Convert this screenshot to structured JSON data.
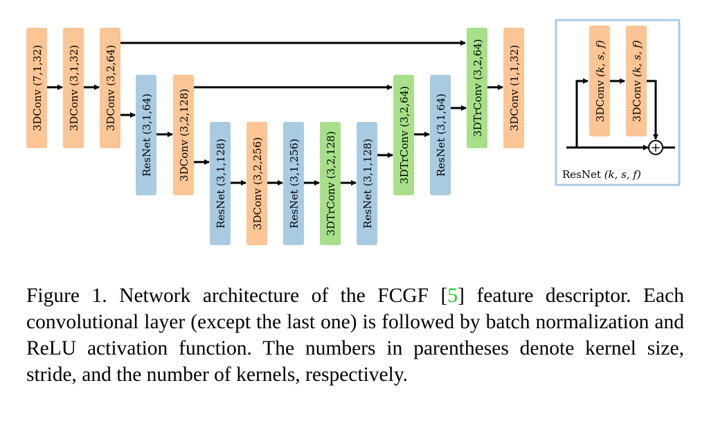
{
  "colors": {
    "conv": "#fbc595",
    "resnet": "#a8cbe2",
    "trconv": "#a8e08a",
    "inset_border": "#a8cbe2",
    "ref": "#22cc22"
  },
  "blocks": [
    {
      "id": "b1",
      "label": "3DConv (7,1,32)",
      "kind": "conv"
    },
    {
      "id": "b2",
      "label": "3DConv (3,1,32)",
      "kind": "conv"
    },
    {
      "id": "b3",
      "label": "3DConv (3,2,64)",
      "kind": "conv"
    },
    {
      "id": "b4",
      "label": "ResNet (3,1,64)",
      "kind": "resnet"
    },
    {
      "id": "b5",
      "label": "3DConv (3,2,128)",
      "kind": "conv"
    },
    {
      "id": "b6",
      "label": "ResNet (3,1,128)",
      "kind": "resnet"
    },
    {
      "id": "b7",
      "label": "3DConv (3,2,256)",
      "kind": "conv"
    },
    {
      "id": "b8",
      "label": "ResNet (3,1,256)",
      "kind": "resnet"
    },
    {
      "id": "b9",
      "label": "3DTrConv (3,2,128)",
      "kind": "trconv"
    },
    {
      "id": "b10",
      "label": "ResNet (3,1,128)",
      "kind": "resnet"
    },
    {
      "id": "b11",
      "label": "3DTrConv (3,2,64)",
      "kind": "trconv"
    },
    {
      "id": "b12",
      "label": "ResNet (3,1,64)",
      "kind": "resnet"
    },
    {
      "id": "b13",
      "label": "3DTrConv (3,2,64)",
      "kind": "trconv"
    },
    {
      "id": "b14",
      "label": "3DConv (1,1,32)",
      "kind": "conv"
    }
  ],
  "inset": {
    "block_label": "3DConv",
    "block_args": "(k, s, f)",
    "caption_name": "ResNet",
    "caption_args": "(k, s, f)",
    "plus_symbol": "+"
  },
  "caption": {
    "before_ref": "Figure 1. Network architecture of the FCGF [",
    "ref": "5",
    "after_ref": "] feature descriptor. Each convolutional layer (except the last one) is followed by batch normalization and ReLU activation function. The numbers in parentheses denote kernel size, stride, and the number of kernels, respectively."
  }
}
